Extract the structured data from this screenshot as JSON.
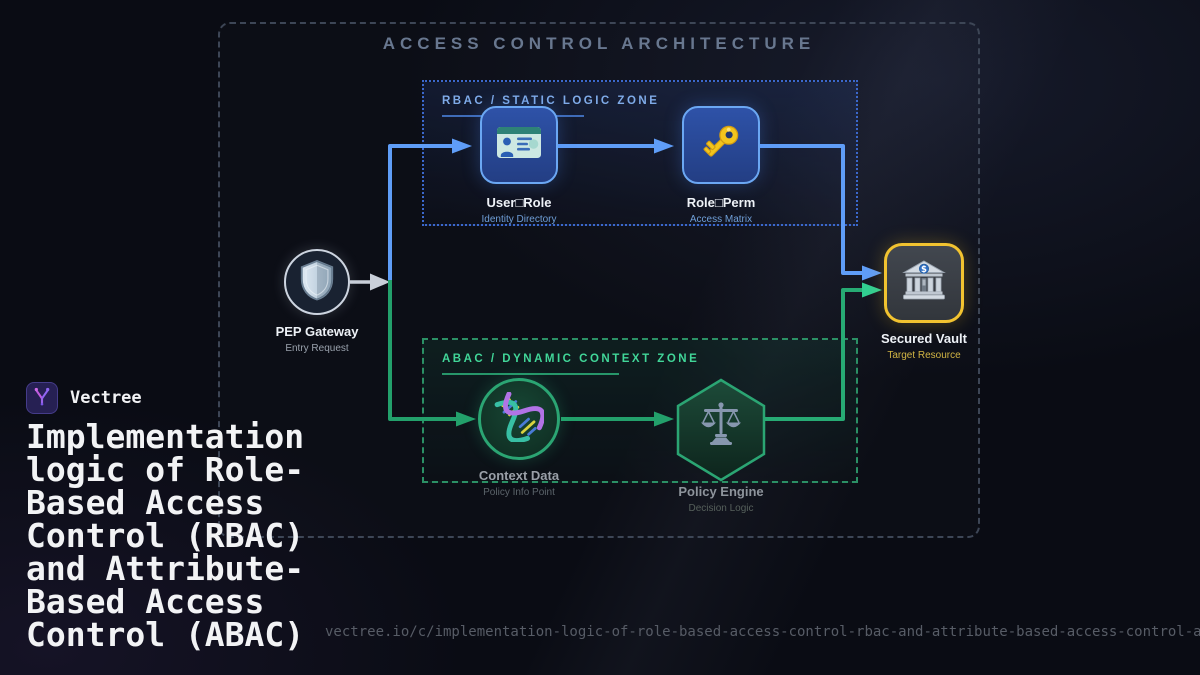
{
  "brand": {
    "name": "Vectree"
  },
  "title": {
    "lines": [
      "Implementation",
      "logic of Role-",
      "Based Access",
      "Control (RBAC)",
      "and Attribute-",
      "Based Access",
      "Control (ABAC)"
    ]
  },
  "url": "vectree.io/c/implementation-logic-of-role-based-access-control-rbac-and-attribute-based-access-control-a",
  "diagram": {
    "title": "ACCESS CONTROL ARCHITECTURE",
    "zones": {
      "rbac": {
        "label": "RBAC / STATIC LOGIC ZONE",
        "accent": "#7fabe8",
        "border": "#3b68cc"
      },
      "abac": {
        "label": "ABAC / DYNAMIC CONTEXT ZONE",
        "accent": "#41d698",
        "border": "#2b9065"
      }
    },
    "nodes": {
      "pep": {
        "label": "PEP Gateway",
        "sublabel": "Entry Request",
        "icon": "shield-icon"
      },
      "user_role": {
        "label": "User□Role",
        "sublabel": "Identity Directory",
        "icon": "id-card-icon"
      },
      "role_perm": {
        "label": "Role□Perm",
        "sublabel": "Access Matrix",
        "icon": "key-icon"
      },
      "context": {
        "label": "Context Data",
        "sublabel": "Policy Info Point",
        "icon": "dna-icon"
      },
      "policy": {
        "label": "Policy Engine",
        "sublabel": "Decision Logic",
        "icon": "scales-icon"
      },
      "vault": {
        "label": "Secured Vault",
        "sublabel": "Target Resource",
        "icon": "bank-icon"
      }
    },
    "colors": {
      "rbac_flow": "#5f9df7",
      "abac_flow": "#27a36c",
      "abac_grant_arrow": "#31ce92",
      "entry_arrow": "#c9cfd9",
      "vault_border": "#f2c330"
    }
  }
}
